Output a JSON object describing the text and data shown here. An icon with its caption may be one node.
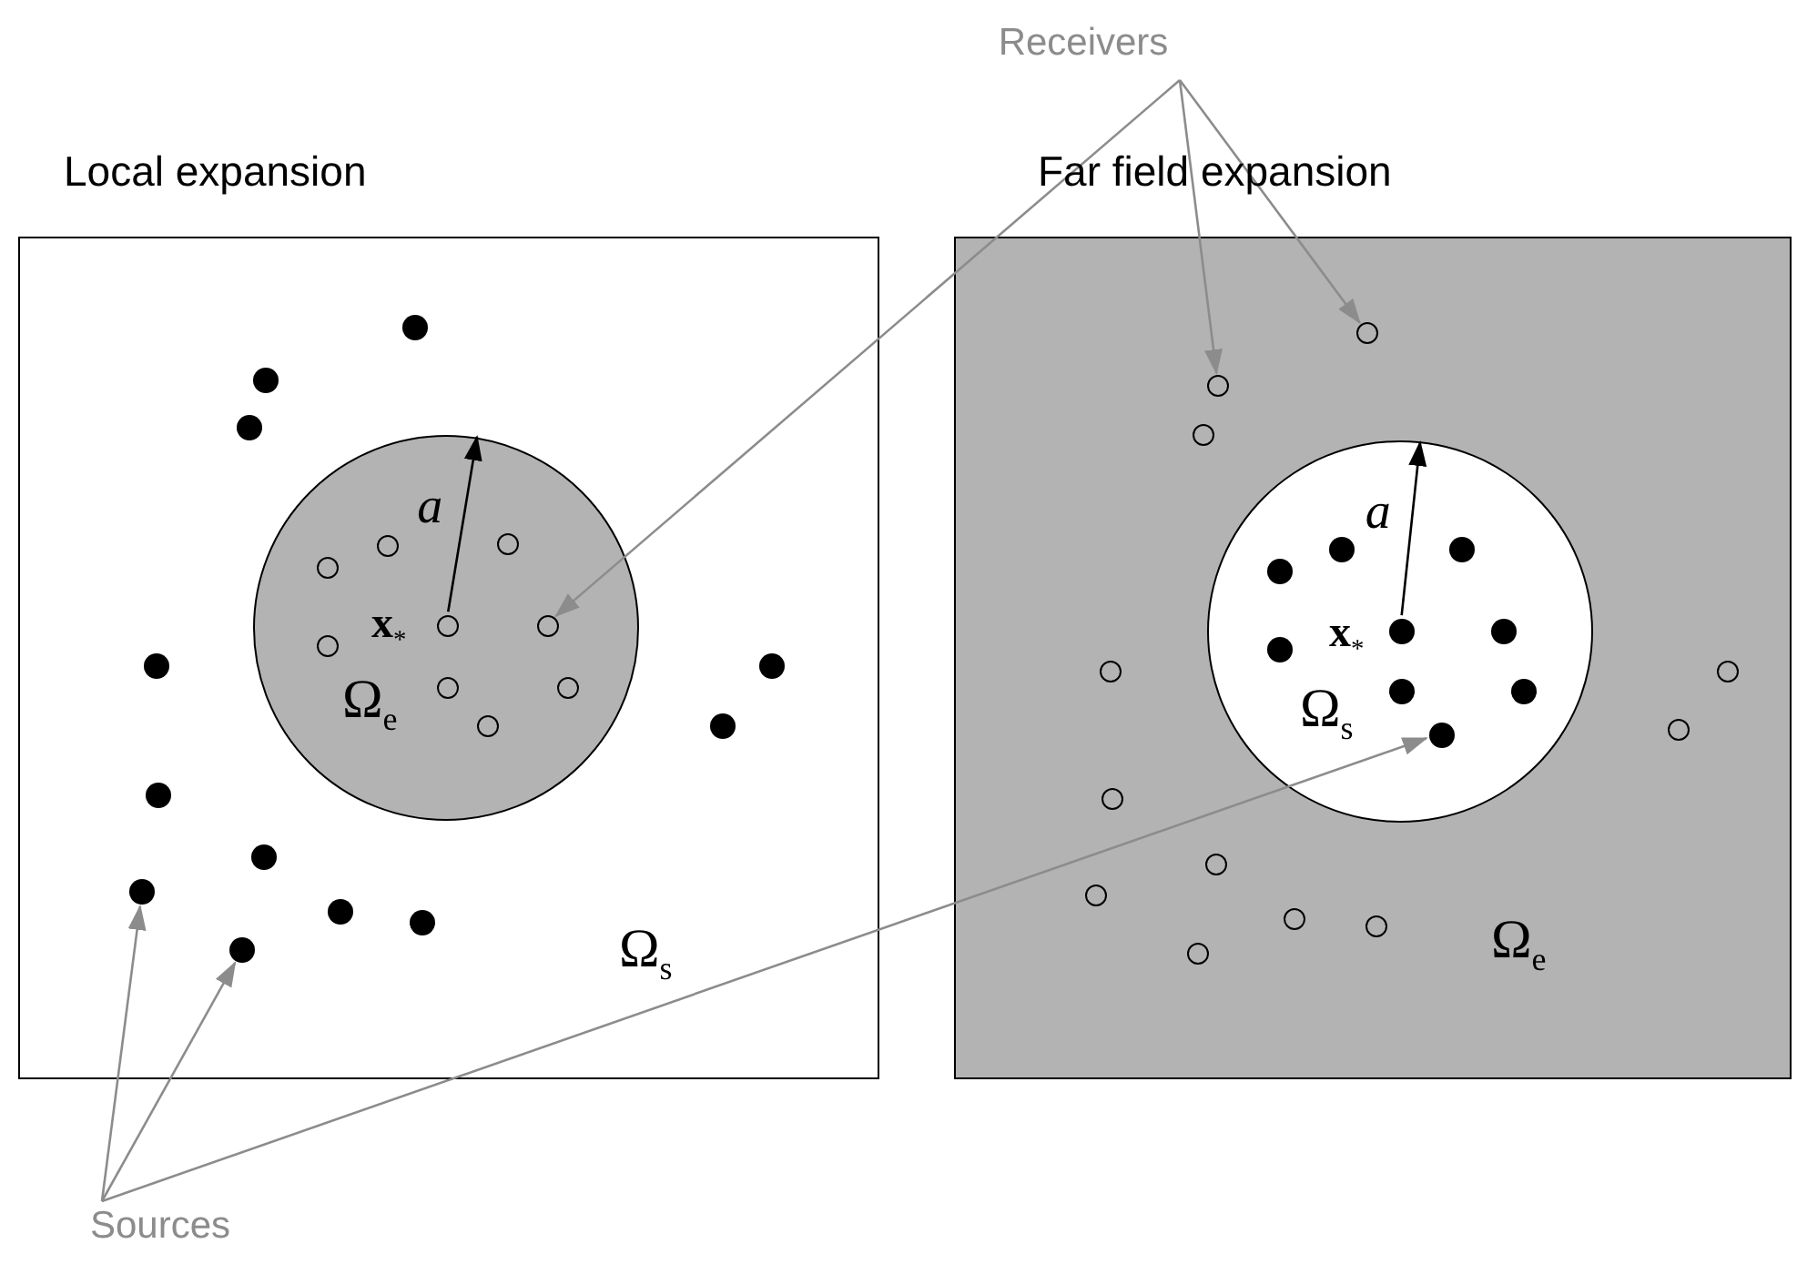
{
  "diagram": {
    "nodes": [
      {
        "text": [
          "Receivers"
        ]
      },
      {
        "text": [
          "Sources"
        ]
      },
      {
        "text": [
          "Local expansion",
          "Ω$_{s}$"
        ]
      },
      {
        "text": [
          "**x**$_{*}$",
          "Ω$_{e}$"
        ],
        "in": 2
      },
      {
        "text": [
          "Far field expansion",
          "Ω$_{e}$"
        ]
      },
      {
        "text": [
          "**x**$_{*}$",
          "Ω$_{s}$"
        ],
        "in": 4
      },
      {
        "text": [],
        "shape": "dot",
        "in": 2
      },
      {
        "text": [],
        "shape": "dot",
        "in": 2
      },
      {
        "text": [],
        "shape": "dot",
        "in": 2
      },
      {
        "text": [],
        "shape": "dot",
        "in": 2
      },
      {
        "text": [],
        "shape": "dot",
        "in": 2
      },
      {
        "text": [],
        "shape": "dot",
        "in": 2
      },
      {
        "text": [],
        "shape": "dot",
        "in": 2
      },
      {
        "text": [],
        "shape": "dot",
        "in": 2
      },
      {
        "text": [],
        "shape": "dot",
        "in": 2
      },
      {
        "text": [],
        "shape": "dot",
        "in": 2
      },
      {
        "text": [],
        "shape": "dot",
        "in": 2
      },
      {
        "text": [],
        "shape": "dot",
        "in": 2
      },
      {
        "text": [],
        "shape": "circle",
        "in": 3
      },
      {
        "text": [],
        "shape": "circle",
        "in": 3
      },
      {
        "text": [],
        "shape": "circle",
        "in": 3
      },
      {
        "text": [],
        "shape": "circle",
        "in": 3
      },
      {
        "text": [],
        "shape": "circle",
        "in": 3
      },
      {
        "text": [],
        "shape": "circle",
        "in": 3
      },
      {
        "text": [],
        "shape": "circle",
        "in": 3
      },
      {
        "text": [],
        "shape": "circle",
        "in": 3
      },
      {
        "text": [],
        "shape": "circle",
        "in": 3
      },
      {
        "text": [],
        "shape": "circle",
        "in": 4
      },
      {
        "text": [],
        "shape": "circle",
        "in": 4
      },
      {
        "text": [],
        "shape": "circle",
        "in": 4
      },
      {
        "text": [],
        "shape": "circle",
        "in": 4
      },
      {
        "text": [],
        "shape": "circle",
        "in": 4
      },
      {
        "text": [],
        "shape": "circle",
        "in": 4
      },
      {
        "text": [],
        "shape": "circle",
        "in": 4
      },
      {
        "text": [],
        "shape": "circle",
        "in": 4
      },
      {
        "text": [],
        "shape": "circle",
        "in": 4
      },
      {
        "text": [],
        "shape": "circle",
        "in": 4
      },
      {
        "text": [],
        "shape": "circle",
        "in": 4
      },
      {
        "text": [],
        "shape": "circle",
        "in": 4
      },
      {
        "text": [],
        "shape": "dot",
        "in": 5
      },
      {
        "text": [],
        "shape": "dot",
        "in": 5
      },
      {
        "text": [],
        "shape": "dot",
        "in": 5
      },
      {
        "text": [],
        "shape": "dot",
        "in": 5
      },
      {
        "text": [],
        "shape": "dot",
        "in": 5
      },
      {
        "text": [],
        "shape": "dot",
        "in": 5
      },
      {
        "text": [],
        "shape": "dot",
        "in": 5
      },
      {
        "text": [],
        "shape": "dot",
        "in": 5
      },
      {
        "text": [],
        "shape": "dot",
        "in": 5
      }
    ],
    "edges": [
      {
        "from": 0,
        "to": 23,
        "arrow": "to"
      },
      {
        "from": 0,
        "to": 28,
        "arrow": "to"
      },
      {
        "from": 0,
        "to": 27,
        "arrow": "to"
      },
      {
        "from": 1,
        "to": 14,
        "arrow": "to"
      },
      {
        "from": 1,
        "to": 17,
        "arrow": "to"
      },
      {
        "from": 1,
        "to": 47,
        "arrow": "to"
      },
      {
        "from": 22,
        "to": 3,
        "arrow": "to",
        "label": "a",
        "color": "#000000"
      },
      {
        "from": 43,
        "to": 5,
        "arrow": "to",
        "label": "a",
        "color": "#000000"
      }
    ]
  }
}
